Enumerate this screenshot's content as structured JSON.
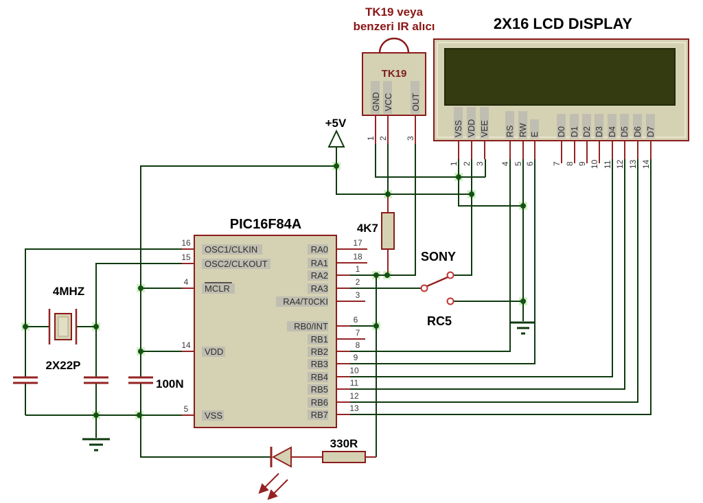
{
  "ir_note": {
    "line1": "TK19 veya",
    "line2": "benzeri IR alıcı"
  },
  "tk19": {
    "name": "TK19",
    "pins": [
      {
        "num": "1",
        "label": "GND"
      },
      {
        "num": "2",
        "label": "VCC"
      },
      {
        "num": "3",
        "label": "OUT"
      }
    ]
  },
  "lcd": {
    "title": "2X16 LCD DıSPLAY",
    "pins": [
      {
        "num": "1",
        "label": "VSS"
      },
      {
        "num": "2",
        "label": "VDD"
      },
      {
        "num": "3",
        "label": "VEE"
      },
      {
        "num": "4",
        "label": "RS"
      },
      {
        "num": "5",
        "label": "RW"
      },
      {
        "num": "6",
        "label": "E"
      },
      {
        "num": "7",
        "label": "D0"
      },
      {
        "num": "8",
        "label": "D1"
      },
      {
        "num": "9",
        "label": "D2"
      },
      {
        "num": "10",
        "label": "D3"
      },
      {
        "num": "11",
        "label": "D4"
      },
      {
        "num": "12",
        "label": "D5"
      },
      {
        "num": "13",
        "label": "D6"
      },
      {
        "num": "14",
        "label": "D7"
      }
    ]
  },
  "mcu": {
    "title": "PIC16F84A",
    "left_pins": [
      {
        "num": "16",
        "label": "OSC1/CLKIN"
      },
      {
        "num": "15",
        "label": "OSC2/CLKOUT"
      },
      {
        "num": "4",
        "label": "MCLR"
      },
      {
        "num": "14",
        "label": "VDD"
      },
      {
        "num": "5",
        "label": "VSS"
      }
    ],
    "right_pins": [
      {
        "num": "17",
        "label": "RA0"
      },
      {
        "num": "18",
        "label": "RA1"
      },
      {
        "num": "1",
        "label": "RA2"
      },
      {
        "num": "2",
        "label": "RA3"
      },
      {
        "num": "3",
        "label": "RA4/T0CKI"
      },
      {
        "num": "6",
        "label": "RB0/INT"
      },
      {
        "num": "7",
        "label": "RB1"
      },
      {
        "num": "8",
        "label": "RB2"
      },
      {
        "num": "9",
        "label": "RB3"
      },
      {
        "num": "10",
        "label": "RB4"
      },
      {
        "num": "11",
        "label": "RB5"
      },
      {
        "num": "12",
        "label": "RB6"
      },
      {
        "num": "13",
        "label": "RB7"
      }
    ]
  },
  "labels": {
    "supply": "+5V",
    "pullup": "4K7",
    "sw_upper": "SONY",
    "sw_lower": "RC5",
    "crystal": "4MHZ",
    "load_caps": "2X22P",
    "decoupling": "100N",
    "led_resistor": "330R"
  },
  "colors": {
    "wire": "#0e3a0e",
    "pin": "#942222",
    "component_fill": "#d5d1b3",
    "component_outline": "#8b1a1a",
    "lcd_screen": "#343b10",
    "note_text": "#8b1515"
  }
}
